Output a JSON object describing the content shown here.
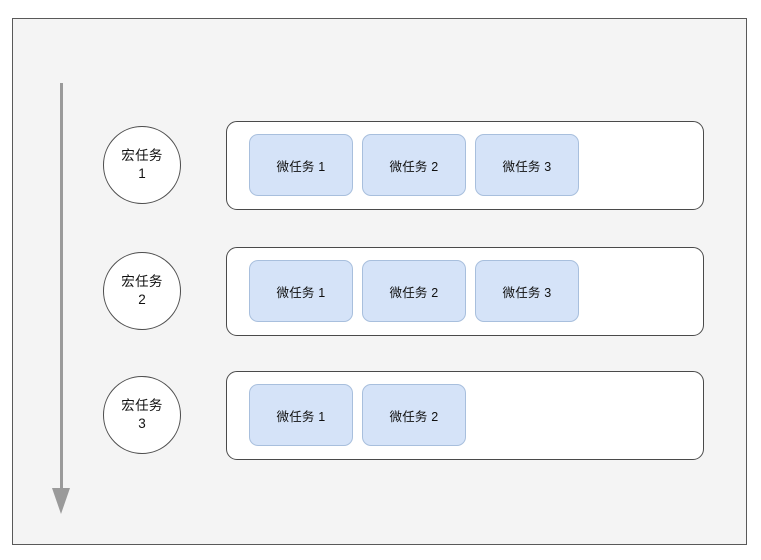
{
  "diagram": {
    "title_visible": false,
    "background_color": "#f4f4f4",
    "frame_border_color": "#595959",
    "arrow": {
      "name": "time-flow-arrow",
      "direction": "down",
      "color": "#9a9a9a"
    },
    "colors": {
      "microtask_fill": "#d5e3f8",
      "microtask_border": "#a8bfdd",
      "queue_fill": "#ffffff",
      "queue_border": "#4a4a4a",
      "circle_fill": "#ffffff",
      "circle_border": "#4d4d4d"
    },
    "rows": [
      {
        "macrotask": {
          "name": "宏任务",
          "index": "1"
        },
        "microtasks": [
          "微任务 1",
          "微任务 2",
          "微任务 3"
        ]
      },
      {
        "macrotask": {
          "name": "宏任务",
          "index": "2"
        },
        "microtasks": [
          "微任务 1",
          "微任务 2",
          "微任务 3"
        ]
      },
      {
        "macrotask": {
          "name": "宏任务",
          "index": "3"
        },
        "microtasks": [
          "微任务 1",
          "微任务 2"
        ]
      }
    ]
  }
}
